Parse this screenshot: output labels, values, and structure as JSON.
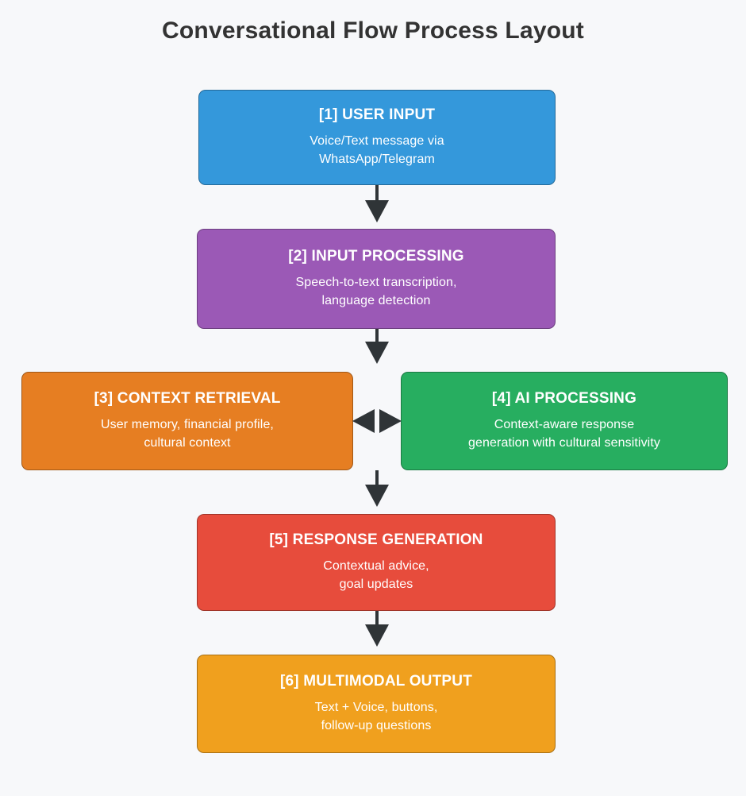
{
  "title": "Conversational Flow Process Layout",
  "background_color": "#f7f8fa",
  "title_color": "#333333",
  "arrow_color": "#2f3437",
  "chart_data": {
    "type": "diagram",
    "title": "Conversational Flow Process Layout",
    "layout": "top-down flowchart with one horizontal pair",
    "nodes": [
      {
        "id": "1",
        "title": "[1] USER INPUT",
        "desc_lines": [
          "Voice/Text message via",
          "WhatsApp/Telegram"
        ],
        "color": "#3498db"
      },
      {
        "id": "2",
        "title": "[2] INPUT PROCESSING",
        "desc_lines": [
          "Speech-to-text transcription,",
          "language detection"
        ],
        "color": "#9b59b6"
      },
      {
        "id": "3",
        "title": "[3] CONTEXT RETRIEVAL",
        "desc_lines": [
          "User memory, financial profile,",
          "cultural context"
        ],
        "color": "#e67e22"
      },
      {
        "id": "4",
        "title": "[4] AI PROCESSING",
        "desc_lines": [
          "Context-aware response",
          "generation with cultural sensitivity"
        ],
        "color": "#27ae60"
      },
      {
        "id": "5",
        "title": "[5] RESPONSE GENERATION",
        "desc_lines": [
          "Contextual advice,",
          "goal updates"
        ],
        "color": "#e74c3c"
      },
      {
        "id": "6",
        "title": "[6] MULTIMODAL OUTPUT",
        "desc_lines": [
          "Text + Voice, buttons,",
          "follow-up questions"
        ],
        "color": "#f0a01e"
      }
    ],
    "edges": [
      {
        "from": "1",
        "to": "2",
        "direction": "down"
      },
      {
        "from": "2",
        "to": "3",
        "direction": "down"
      },
      {
        "from": "3",
        "to": "4",
        "direction": "bidirectional"
      },
      {
        "from": "4",
        "to": "5",
        "direction": "down"
      },
      {
        "from": "5",
        "to": "6",
        "direction": "down"
      }
    ]
  }
}
